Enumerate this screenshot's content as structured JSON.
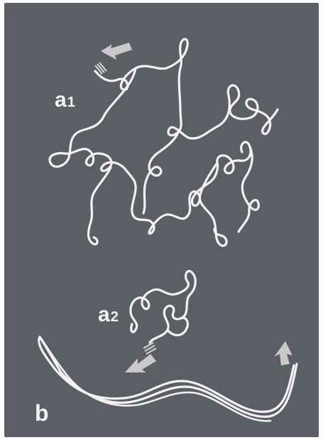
{
  "labels": {
    "a1_letter": "a",
    "a1_sub": "1",
    "a2_letter": "a",
    "a2_sub": "2",
    "b_letter": "b"
  },
  "colors": {
    "background": "#5c5e66",
    "strand": "#f2f2f2",
    "arrow": "#c9c9c9"
  },
  "icons": [
    "arrow-icon",
    "arrow-icon",
    "arrow-icon"
  ]
}
